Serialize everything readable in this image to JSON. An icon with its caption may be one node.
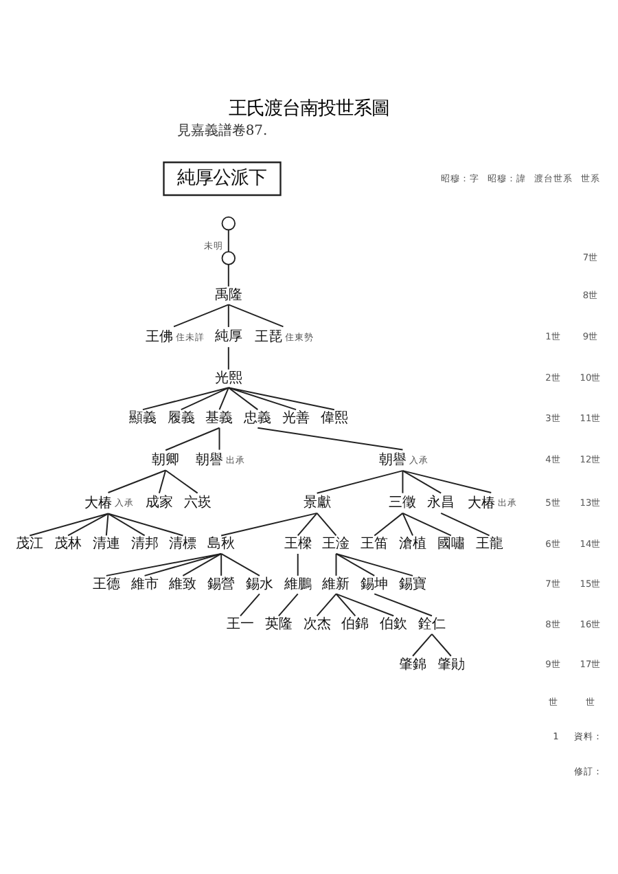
{
  "diagram": {
    "title": "王氏渡台南投世系圖",
    "nodes": [
      {
        "text": [
          "純厚公派下"
        ]
      },
      {
        "text": [],
        "shape": "circle"
      },
      {
        "text": [],
        "shape": "circle",
        "beside": [
          "未明"
        ]
      },
      {
        "text": [
          "禹隆"
        ]
      },
      {
        "text": [
          "王佛"
        ],
        "beside": [
          "住未詳"
        ]
      },
      {
        "text": [
          "純厚"
        ]
      },
      {
        "text": [
          "王琵"
        ],
        "beside": [
          "住東勢"
        ]
      },
      {
        "text": [
          "光熙"
        ]
      },
      {
        "text": [
          "顯義"
        ]
      },
      {
        "text": [
          "履義"
        ]
      },
      {
        "text": [
          "基義"
        ]
      },
      {
        "text": [
          "忠義"
        ]
      },
      {
        "text": [
          "光善"
        ]
      },
      {
        "text": [
          "偉熙"
        ]
      },
      {
        "text": [
          "朝卿"
        ]
      },
      {
        "text": [
          "朝譽"
        ],
        "beside": [
          "出承"
        ]
      },
      {
        "text": [
          "朝譽"
        ],
        "beside": [
          "入承"
        ]
      },
      {
        "text": [
          "大椿"
        ],
        "beside": [
          "入承"
        ]
      },
      {
        "text": [
          "成家"
        ]
      },
      {
        "text": [
          "六崁"
        ]
      },
      {
        "text": [
          "景獻"
        ]
      },
      {
        "text": [
          "三徵"
        ]
      },
      {
        "text": [
          "永昌"
        ]
      },
      {
        "text": [
          "大椿"
        ],
        "beside": [
          "出承"
        ]
      },
      {
        "text": [
          "茂江"
        ]
      },
      {
        "text": [
          "茂林"
        ]
      },
      {
        "text": [
          "清連"
        ]
      },
      {
        "text": [
          "清邦"
        ]
      },
      {
        "text": [
          "清標"
        ]
      },
      {
        "text": [
          "島秋"
        ]
      },
      {
        "text": [
          "王樑"
        ]
      },
      {
        "text": [
          "王淦"
        ]
      },
      {
        "text": [
          "王笛"
        ]
      },
      {
        "text": [
          "滄植"
        ]
      },
      {
        "text": [
          "國嘯"
        ]
      },
      {
        "text": [
          "王龍"
        ]
      },
      {
        "text": [
          "王德"
        ]
      },
      {
        "text": [
          "維市"
        ]
      },
      {
        "text": [
          "維致"
        ]
      },
      {
        "text": [
          "錫營"
        ]
      },
      {
        "text": [
          "錫水"
        ]
      },
      {
        "text": [
          "維鵬"
        ]
      },
      {
        "text": [
          "維新"
        ]
      },
      {
        "text": [
          "錫坤"
        ]
      },
      {
        "text": [
          "錫寶"
        ]
      },
      {
        "text": [
          "王一"
        ]
      },
      {
        "text": [
          "英隆"
        ]
      },
      {
        "text": [
          "次杰"
        ]
      },
      {
        "text": [
          "伯錦"
        ]
      },
      {
        "text": [
          "伯欽"
        ]
      },
      {
        "text": [
          "銓仁"
        ]
      },
      {
        "text": [
          "肇錦"
        ]
      },
      {
        "text": [
          "肇勛"
        ]
      }
    ],
    "edges": [
      {
        "from": 1,
        "to": 2,
        "arrow": "none"
      },
      {
        "from": 2,
        "to": 3,
        "arrow": "none"
      },
      {
        "from": 3,
        "to": 4,
        "arrow": "none"
      },
      {
        "from": 3,
        "to": 5,
        "arrow": "none"
      },
      {
        "from": 3,
        "to": 6,
        "arrow": "none"
      },
      {
        "from": 5,
        "to": 7,
        "arrow": "none"
      },
      {
        "from": 7,
        "to": 8,
        "arrow": "none"
      },
      {
        "from": 7,
        "to": 9,
        "arrow": "none"
      },
      {
        "from": 7,
        "to": 10,
        "arrow": "none"
      },
      {
        "from": 7,
        "to": 11,
        "arrow": "none"
      },
      {
        "from": 7,
        "to": 12,
        "arrow": "none"
      },
      {
        "from": 7,
        "to": 13,
        "arrow": "none"
      },
      {
        "from": 10,
        "to": 14,
        "arrow": "none"
      },
      {
        "from": 10,
        "to": 15,
        "arrow": "none"
      },
      {
        "from": 11,
        "to": 16,
        "arrow": "none"
      },
      {
        "from": 14,
        "to": 17,
        "arrow": "none"
      },
      {
        "from": 14,
        "to": 18,
        "arrow": "none"
      },
      {
        "from": 14,
        "to": 19,
        "arrow": "none"
      },
      {
        "from": 16,
        "to": 20,
        "arrow": "none"
      },
      {
        "from": 16,
        "to": 21,
        "arrow": "none"
      },
      {
        "from": 16,
        "to": 22,
        "arrow": "none"
      },
      {
        "from": 16,
        "to": 23,
        "arrow": "none"
      },
      {
        "from": 17,
        "to": 24,
        "arrow": "none"
      },
      {
        "from": 17,
        "to": 25,
        "arrow": "none"
      },
      {
        "from": 17,
        "to": 26,
        "arrow": "none"
      },
      {
        "from": 17,
        "to": 27,
        "arrow": "none"
      },
      {
        "from": 17,
        "to": 28,
        "arrow": "none"
      },
      {
        "from": 20,
        "to": 29,
        "arrow": "none"
      },
      {
        "from": 20,
        "to": 30,
        "arrow": "none"
      },
      {
        "from": 20,
        "to": 31,
        "arrow": "none"
      },
      {
        "from": 21,
        "to": 32,
        "arrow": "none"
      },
      {
        "from": 21,
        "to": 33,
        "arrow": "none"
      },
      {
        "from": 21,
        "to": 34,
        "arrow": "none"
      },
      {
        "from": 22,
        "to": 35,
        "arrow": "none"
      },
      {
        "from": 29,
        "to": 36,
        "arrow": "none"
      },
      {
        "from": 29,
        "to": 37,
        "arrow": "none"
      },
      {
        "from": 29,
        "to": 38,
        "arrow": "none"
      },
      {
        "from": 29,
        "to": 39,
        "arrow": "none"
      },
      {
        "from": 29,
        "to": 40,
        "arrow": "none"
      },
      {
        "from": 30,
        "to": 41,
        "arrow": "none"
      },
      {
        "from": 31,
        "to": 42,
        "arrow": "none"
      },
      {
        "from": 31,
        "to": 43,
        "arrow": "none"
      },
      {
        "from": 31,
        "to": 44,
        "arrow": "none"
      },
      {
        "from": 40,
        "to": 45,
        "arrow": "none"
      },
      {
        "from": 41,
        "to": 46,
        "arrow": "none"
      },
      {
        "from": 42,
        "to": 47,
        "arrow": "none"
      },
      {
        "from": 42,
        "to": 48,
        "arrow": "none"
      },
      {
        "from": 42,
        "to": 49,
        "arrow": "none"
      },
      {
        "from": 43,
        "to": 50,
        "arrow": "none"
      },
      {
        "from": 50,
        "to": 51,
        "arrow": "none"
      },
      {
        "from": 50,
        "to": 52,
        "arrow": "none"
      }
    ],
    "labels": [
      "見嘉義譜卷87.",
      "昭穆：字",
      "昭穆：諱",
      "渡台世系",
      "世系",
      "7世",
      "8世",
      "1世",
      "9世",
      "2世",
      "10世",
      "3世",
      "11世",
      "4世",
      "12世",
      "5世",
      "13世",
      "6世",
      "14世",
      "7世",
      "15世",
      "8世",
      "16世",
      "9世",
      "17世",
      "世",
      "世",
      "1",
      "資料：",
      "修訂："
    ]
  }
}
